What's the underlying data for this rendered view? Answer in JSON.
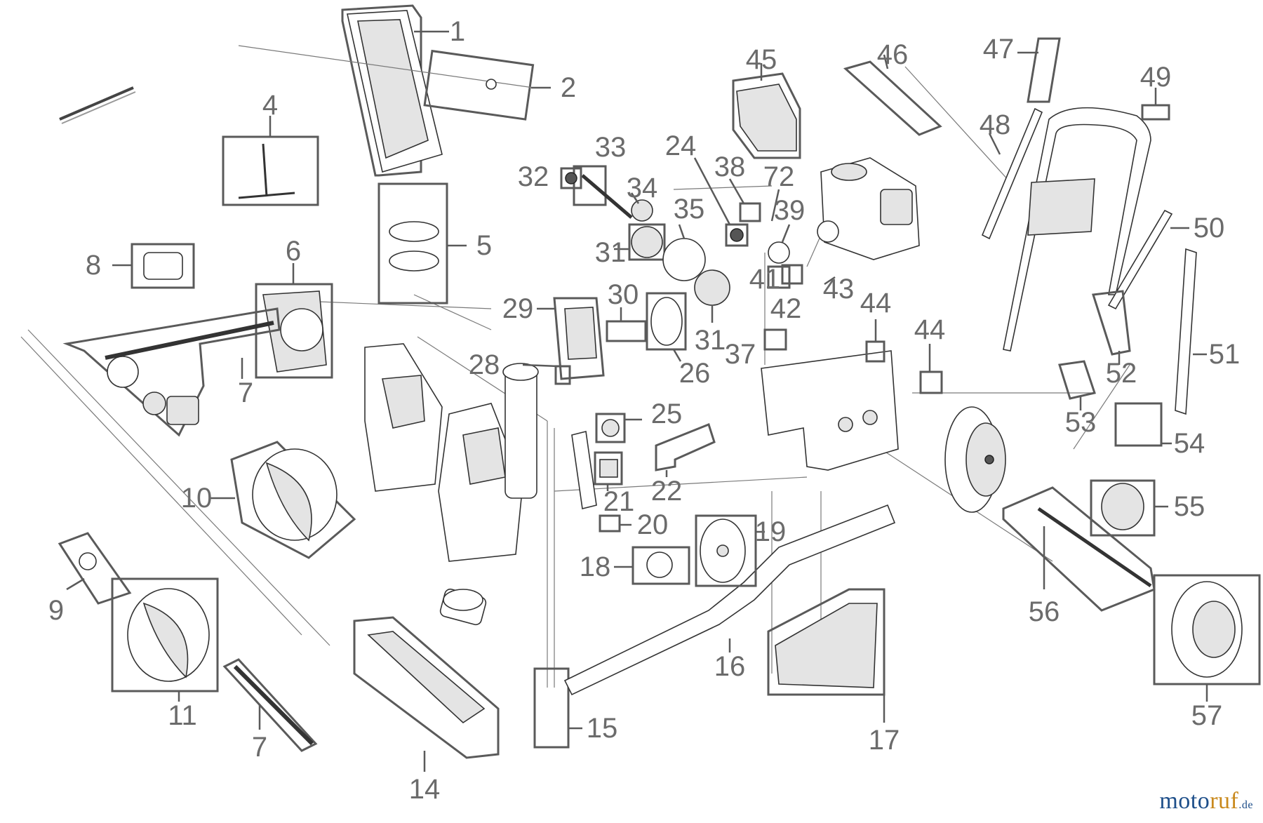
{
  "diagram": {
    "parts": [
      {
        "n": "1"
      },
      {
        "n": "2"
      },
      {
        "n": "4"
      },
      {
        "n": "5"
      },
      {
        "n": "6"
      },
      {
        "n": "7"
      },
      {
        "n": "8"
      },
      {
        "n": "9"
      },
      {
        "n": "10"
      },
      {
        "n": "11"
      },
      {
        "n": "7b",
        "label": "7"
      },
      {
        "n": "14"
      },
      {
        "n": "15"
      },
      {
        "n": "16"
      },
      {
        "n": "17"
      },
      {
        "n": "18"
      },
      {
        "n": "19"
      },
      {
        "n": "20"
      },
      {
        "n": "21"
      },
      {
        "n": "22"
      },
      {
        "n": "25"
      },
      {
        "n": "26"
      },
      {
        "n": "28"
      },
      {
        "n": "29"
      },
      {
        "n": "30"
      },
      {
        "n": "31"
      },
      {
        "n": "31b",
        "label": "31"
      },
      {
        "n": "32"
      },
      {
        "n": "33"
      },
      {
        "n": "34"
      },
      {
        "n": "35"
      },
      {
        "n": "24"
      },
      {
        "n": "38"
      },
      {
        "n": "72"
      },
      {
        "n": "39"
      },
      {
        "n": "41"
      },
      {
        "n": "42"
      },
      {
        "n": "43"
      },
      {
        "n": "37"
      },
      {
        "n": "44"
      },
      {
        "n": "44b",
        "label": "44"
      },
      {
        "n": "45"
      },
      {
        "n": "46"
      },
      {
        "n": "47"
      },
      {
        "n": "48"
      },
      {
        "n": "49"
      },
      {
        "n": "50"
      },
      {
        "n": "51"
      },
      {
        "n": "52"
      },
      {
        "n": "53"
      },
      {
        "n": "54"
      },
      {
        "n": "55"
      },
      {
        "n": "56"
      },
      {
        "n": "57"
      }
    ]
  },
  "labels": {
    "l1": "1",
    "l2": "2",
    "l4": "4",
    "l5": "5",
    "l6": "6",
    "l7": "7",
    "l8": "8",
    "l9": "9",
    "l10": "10",
    "l11": "11",
    "l7b": "7",
    "l14": "14",
    "l15": "15",
    "l16": "16",
    "l17": "17",
    "l18": "18",
    "l19": "19",
    "l20": "20",
    "l21": "21",
    "l22": "22",
    "l25": "25",
    "l26": "26",
    "l28": "28",
    "l29": "29",
    "l30": "30",
    "l31": "31",
    "l31b": "31",
    "l32": "32",
    "l33": "33",
    "l34": "34",
    "l35": "35",
    "l24": "24",
    "l38": "38",
    "l72": "72",
    "l39": "39",
    "l41": "41",
    "l42": "42",
    "l43": "43",
    "l37": "37",
    "l44": "44",
    "l44b": "44",
    "l45": "45",
    "l46": "46",
    "l47": "47",
    "l48": "48",
    "l49": "49",
    "l50": "50",
    "l51": "51",
    "l52": "52",
    "l53": "53",
    "l54": "54",
    "l55": "55",
    "l56": "56",
    "l57": "57"
  },
  "watermark": {
    "moto": "moto",
    "ruf": "ruf",
    "de": ".de"
  },
  "colors": {
    "line": "#5a5a5a",
    "label": "#6b6b6b",
    "brand_blue": "#1e4f8a",
    "brand_orange": "#c9891c"
  }
}
